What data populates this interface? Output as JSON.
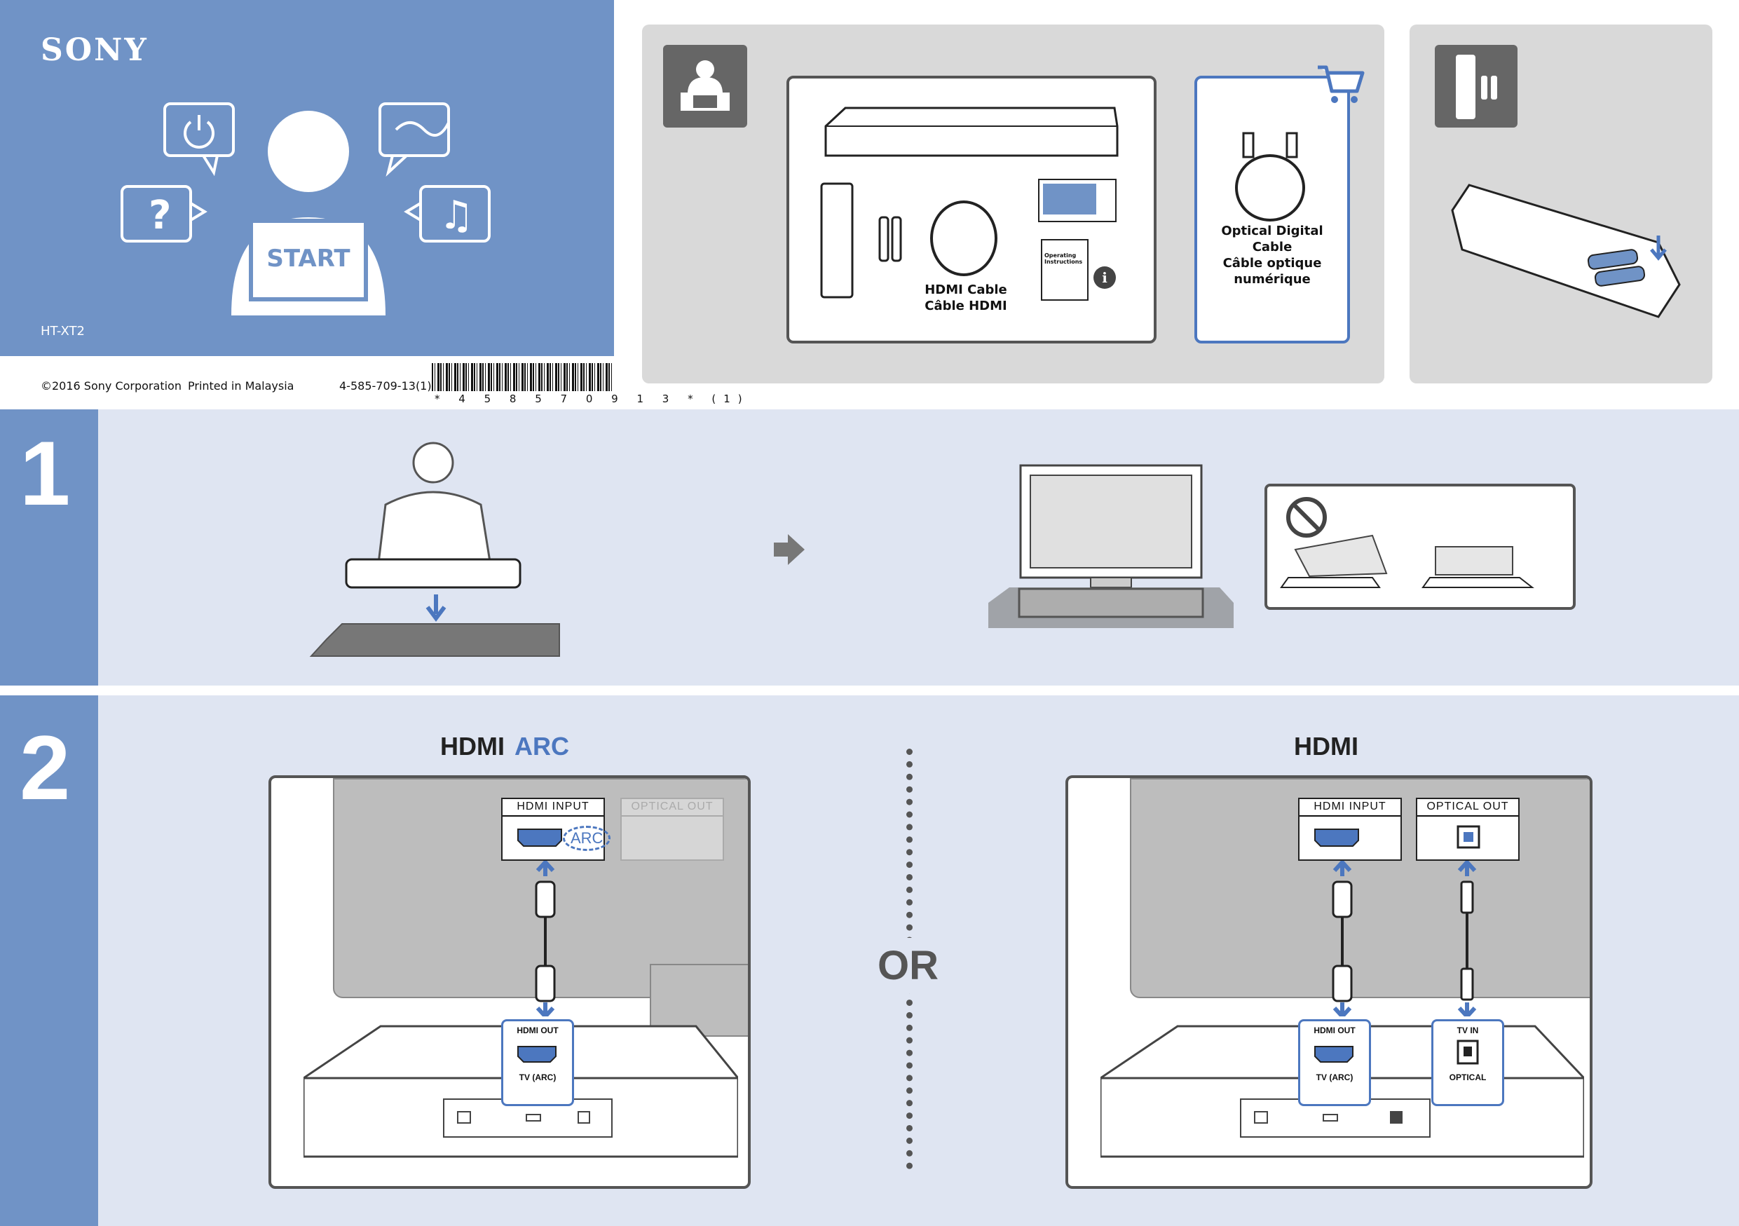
{
  "cover": {
    "brand": "SONY",
    "start_label": "START",
    "model": "HT-XT2",
    "copyright": "©2016 Sony Corporation",
    "printed": "Printed in Malaysia",
    "part_number": "4-585-709-13(1)",
    "barcode_digits": "* 4 5 8 5 7 0 9 1 3 * (1)"
  },
  "contents": {
    "hdmi_cable": "HDMI Cable",
    "hdmi_cable_fr": "Câble HDMI",
    "manual": "Operating Instructions",
    "optical_cable": "Optical Digital Cable",
    "optical_cable_fr": "Câble optique numérique"
  },
  "step1": {
    "number": "1"
  },
  "step2": {
    "number": "2",
    "left_title_main": "HDMI",
    "left_title_arc": "ARC",
    "or_label": "OR",
    "right_title": "HDMI",
    "tv_hdmi_input": "HDMI  INPUT",
    "tv_optical_out": "OPTICAL  OUT",
    "arc_tag": "ARC",
    "bar_hdmi_out": "HDMI OUT",
    "bar_tv_arc": "TV (ARC)",
    "bar_tv_in": "TV IN",
    "bar_optical": "OPTICAL"
  },
  "colors": {
    "accent_blue": "#4c77bf",
    "cover_blue": "#7093c6",
    "band_bg": "#dfe5f2",
    "panel_grey": "#d9d9d9"
  }
}
